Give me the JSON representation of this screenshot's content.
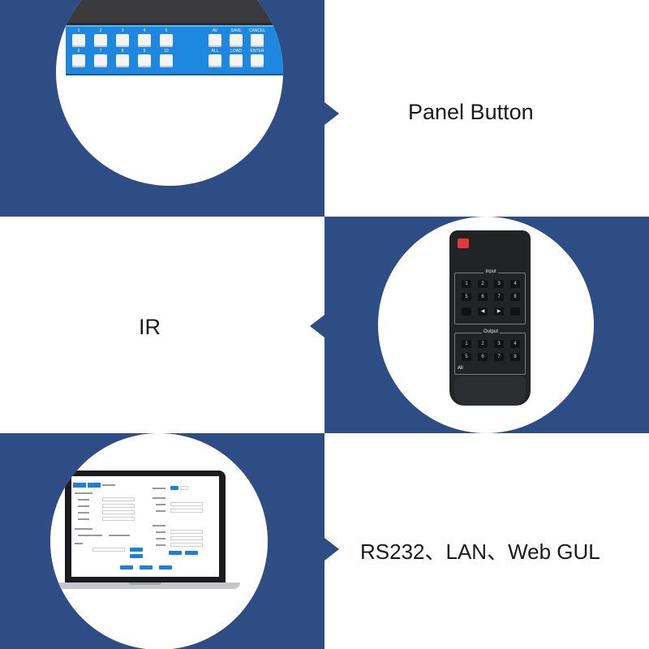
{
  "captions": {
    "panel": "Panel Button",
    "ir": "IR",
    "rs232": "RS232、LAN、Web GUL"
  },
  "panel": {
    "top_labels": [
      "1",
      "2",
      "3",
      "4",
      "5"
    ],
    "bottom_labels": [
      "6",
      "7",
      "8",
      "9",
      "10"
    ],
    "top_right_labels": [
      "AV",
      "SAVE",
      "CANCEL"
    ],
    "bottom_right_labels": [
      "ALL",
      "LOAD",
      "ENTER"
    ]
  },
  "remote": {
    "input_title": "Input",
    "output_title": "Output",
    "input_keys": [
      "1",
      "2",
      "3",
      "4",
      "5",
      "6",
      "7",
      "8"
    ],
    "output_keys": [
      "1",
      "2",
      "3",
      "4",
      "5",
      "6",
      "7",
      "8"
    ],
    "all_label": "All"
  },
  "colors": {
    "navy": "#2e4d84",
    "panel_blue": "#1e88e0",
    "power_red": "#e03a3a"
  }
}
